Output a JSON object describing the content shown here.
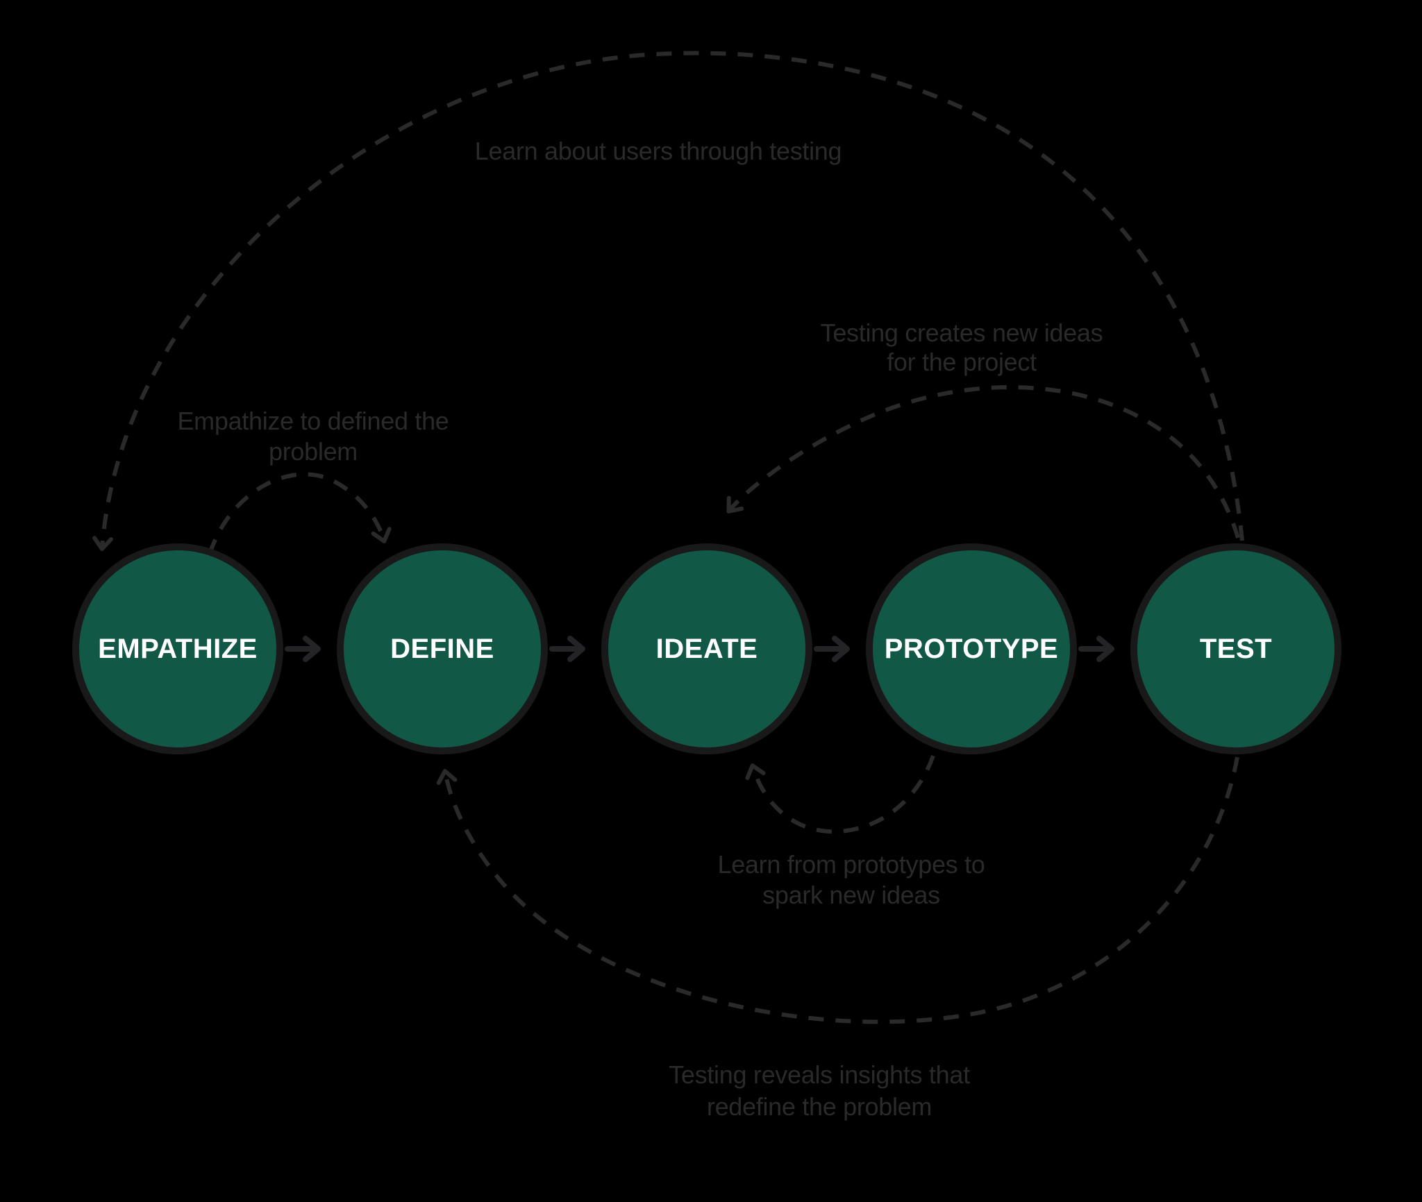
{
  "diagram": {
    "stages": [
      "EMPATHIZE",
      "DEFINE",
      "IDEATE",
      "PROTOTYPE",
      "TEST"
    ],
    "annotations": {
      "learn_users": {
        "line1": "Learn about users through testing"
      },
      "empathize_define": {
        "line1": "Empathize to defined the",
        "line2": "problem"
      },
      "testing_ideas": {
        "line1": "Testing creates new ideas",
        "line2": "for the project"
      },
      "prototype_ideas": {
        "line1": "Learn from prototypes to",
        "line2": "spark new ideas"
      },
      "testing_insights": {
        "line1": "Testing reveals insights that",
        "line2": "redefine the problem"
      }
    }
  },
  "colors": {
    "background": "#000000",
    "node_fill": "#115846",
    "node_stroke": "#191919",
    "node_text": "#ffffff",
    "annotation": "#2a2a2a",
    "arrow": "#242426",
    "dash": "#2a2a2a"
  }
}
